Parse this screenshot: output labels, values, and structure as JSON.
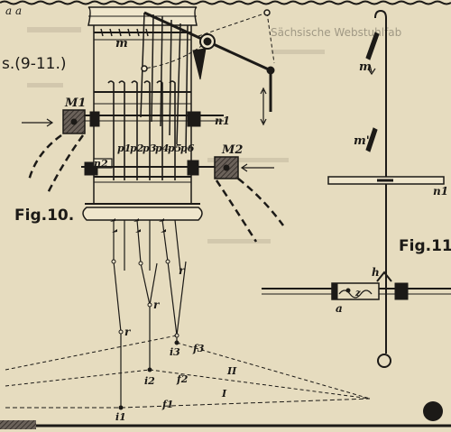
{
  "top_fragment": "a a",
  "refs_label": "s.(9-11.)",
  "header_fragment": "Sächsische Webstuhlfab",
  "fig10": {
    "label": "Fig.10.",
    "m": "m",
    "M1": "M1",
    "M2": "M2",
    "n1": "n1",
    "n2": "n2",
    "p_labels": [
      "p1",
      "p2",
      "p3",
      "p4",
      "p5",
      "p6"
    ],
    "r": "r",
    "i_labels": [
      "i1",
      "i2",
      "i3"
    ],
    "f_labels": [
      "f1",
      "f2",
      "f3"
    ],
    "I": "I",
    "II": "II"
  },
  "fig11": {
    "label": "Fig.11.",
    "m": "m",
    "m_prime": "m'",
    "n1": "n1",
    "h": "h",
    "a": "a",
    "z": "z"
  }
}
